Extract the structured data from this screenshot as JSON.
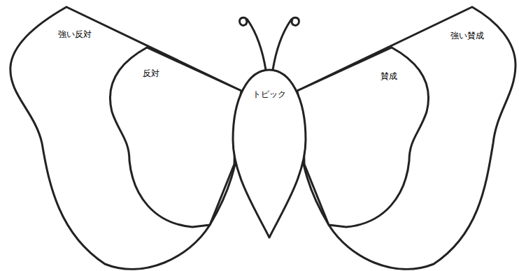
{
  "diagram": {
    "nodes": [
      {
        "text": [
          "強い反対"
        ]
      },
      {
        "text": [
          "反対"
        ],
        "in": 0
      },
      {
        "text": [
          "トピック"
        ]
      },
      {
        "text": [
          "強い賛成"
        ]
      },
      {
        "text": [
          "賛成"
        ],
        "in": 3
      }
    ]
  }
}
